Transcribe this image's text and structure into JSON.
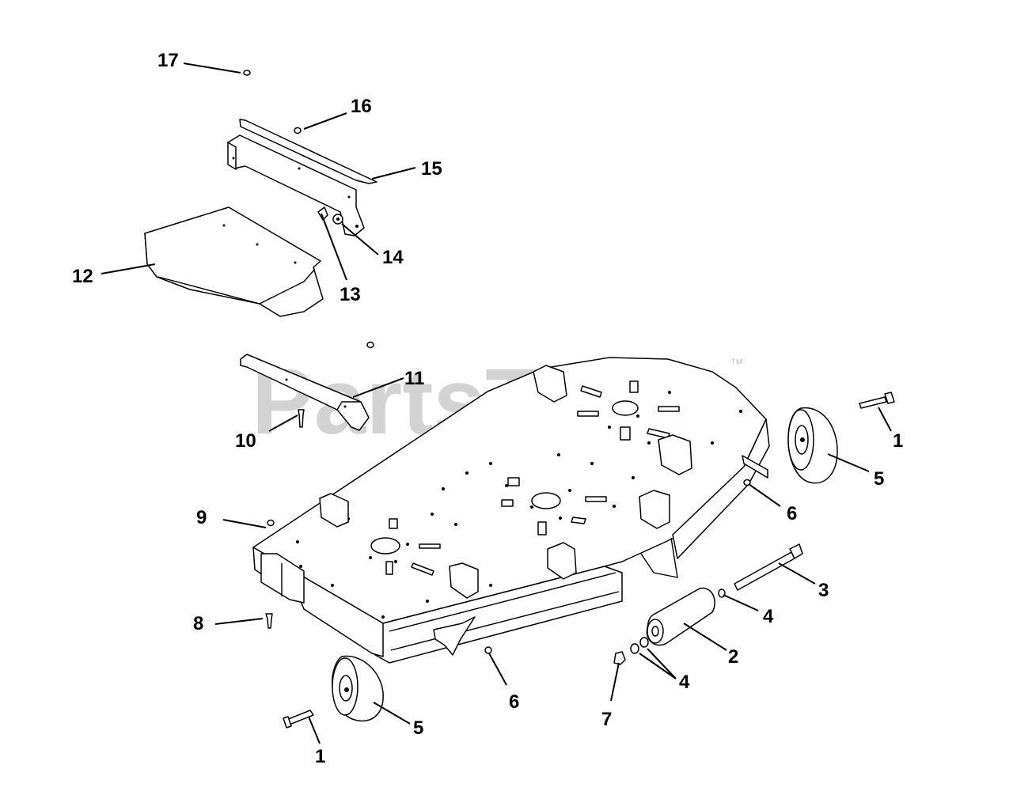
{
  "watermark": {
    "brand": "PartsTree",
    "mark": "™"
  },
  "callouts": [
    {
      "id": "c17",
      "text": "17"
    },
    {
      "id": "c16",
      "text": "16"
    },
    {
      "id": "c15",
      "text": "15"
    },
    {
      "id": "c14",
      "text": "14"
    },
    {
      "id": "c13",
      "text": "13"
    },
    {
      "id": "c12",
      "text": "12"
    },
    {
      "id": "c11",
      "text": "11"
    },
    {
      "id": "c10",
      "text": "10"
    },
    {
      "id": "c9",
      "text": "9"
    },
    {
      "id": "c8",
      "text": "8"
    },
    {
      "id": "c6a",
      "text": "6"
    },
    {
      "id": "c6b",
      "text": "6"
    },
    {
      "id": "c5a",
      "text": "5"
    },
    {
      "id": "c5b",
      "text": "5"
    },
    {
      "id": "c1a",
      "text": "1"
    },
    {
      "id": "c1b",
      "text": "1"
    },
    {
      "id": "c3",
      "text": "3"
    },
    {
      "id": "c4a",
      "text": "4"
    },
    {
      "id": "c4b",
      "text": "4"
    },
    {
      "id": "c2",
      "text": "2"
    },
    {
      "id": "c7",
      "text": "7"
    }
  ],
  "colors": {
    "line": "#000000",
    "watermark": "#d3d3d3",
    "background": "#ffffff"
  }
}
